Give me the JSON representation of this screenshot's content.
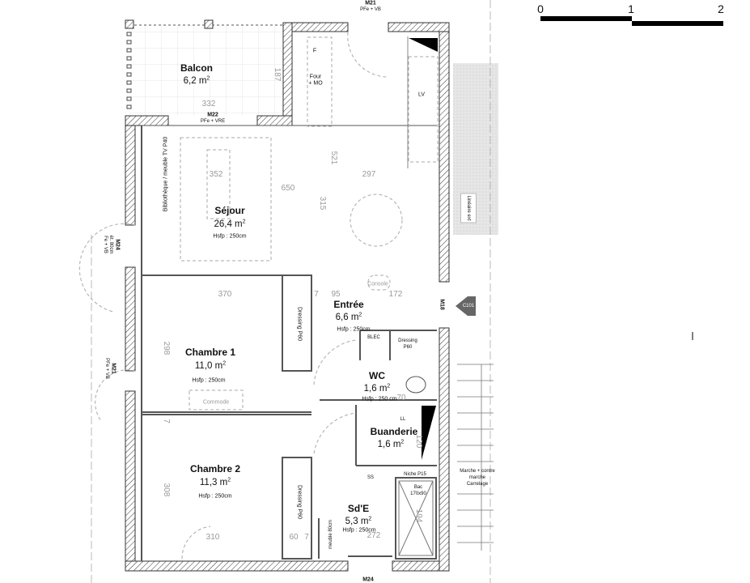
{
  "rooms": {
    "balcon": {
      "name": "Balcon",
      "area": "6,2 m",
      "sup": "2"
    },
    "sejour": {
      "name": "Séjour",
      "area": "26,4 m",
      "sup": "2",
      "hsfp": "Hsfp : 250cm"
    },
    "entree": {
      "name": "Entrée",
      "area": "6,6 m",
      "sup": "2",
      "hsfp": "Hsfp : 250cm"
    },
    "chambre1": {
      "name": "Chambre 1",
      "area": "11,0 m",
      "sup": "2",
      "hsfp": "Hsfp : 250cm"
    },
    "chambre2": {
      "name": "Chambre 2",
      "area": "11,3 m",
      "sup": "2",
      "hsfp": "Hsfp : 250cm"
    },
    "wc": {
      "name": "WC",
      "area": "1,6 m",
      "sup": "2",
      "hsfp": "Hsfp : 250 cm"
    },
    "buanderie": {
      "name": "Buanderie",
      "area": "1,6 m",
      "sup": "2"
    },
    "sde": {
      "name": "Sd'E",
      "area": "5,3 m",
      "sup": "2",
      "hsfp": "Hsfp : 250cm"
    }
  },
  "openings": {
    "m21_top": {
      "code": "M21",
      "desc": "PFe + VB"
    },
    "m22": {
      "code": "M22",
      "desc": "PFe + VRE"
    },
    "m24_left": {
      "code": "M24",
      "desc1": "ét. 80cm",
      "desc2": "Fe + VB"
    },
    "m21_left": {
      "code": "M21",
      "desc": "PFe + VB"
    },
    "m18": {
      "code": "M18"
    },
    "m24_bottom": {
      "code": "M24"
    },
    "c101": "C101"
  },
  "furniture": {
    "f": "F",
    "four1": "Four",
    "four2": "+ MO",
    "lv": "LV",
    "bibliotheque": "Bibliothèque / meuble TV P40",
    "lineaire": "Linéaire ext",
    "console": "Console",
    "dressing_ch1": "Dressing P60",
    "dressing_entree1": "Dressing",
    "dressing_entree2": "P60",
    "blec": "BLEC",
    "commode": "Commode",
    "ll": "LL",
    "dressing_ch2": "Dressing P60",
    "ss": "SS",
    "niche": "Niche P15",
    "bac1": "Bac",
    "bac2": "170x90",
    "meuble": "meuble 80cm",
    "marche1": "Marche + contre",
    "marche2": "marche",
    "marche3": "Carrelage"
  },
  "dimensions": {
    "d187": "187",
    "d332": "332",
    "d521": "521",
    "d352": "352",
    "d297": "297",
    "d650": "650",
    "d315": "315",
    "d370": "370",
    "d7a": "7",
    "d95": "95",
    "d172": "172",
    "d298": "298",
    "d70": "70",
    "d7b": "7",
    "d120": "120",
    "d308": "308",
    "d310": "310",
    "d60": "60",
    "d7c": "7",
    "d272": "272",
    "d194": "194"
  },
  "scale_bar": {
    "labels": [
      "0",
      "1",
      "2"
    ]
  }
}
